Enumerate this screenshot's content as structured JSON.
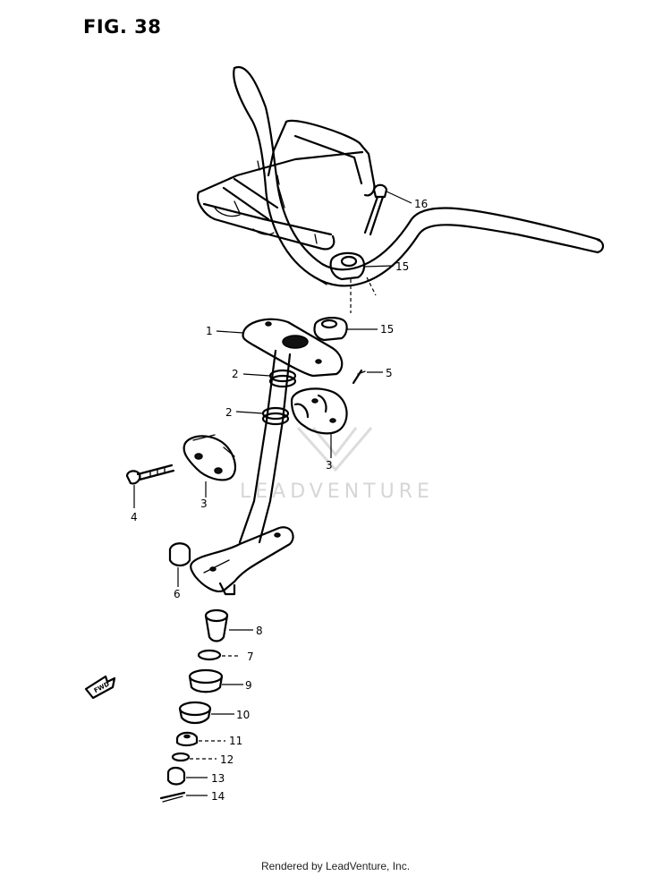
{
  "figure_title": "FIG. 38",
  "watermark": "LEADVENTURE",
  "footer": "Rendered by LeadVenture, Inc.",
  "fwd_marker": "FWD",
  "callouts": {
    "c1": "1",
    "c2a": "2",
    "c2b": "2",
    "c3a": "3",
    "c3b": "3",
    "c4": "4",
    "c5": "5",
    "c6": "6",
    "c7": "7",
    "c8": "8",
    "c9": "9",
    "c10": "10",
    "c11": "11",
    "c12": "12",
    "c13": "13",
    "c14": "14",
    "c15a": "15",
    "c15b": "15",
    "c16": "16"
  }
}
